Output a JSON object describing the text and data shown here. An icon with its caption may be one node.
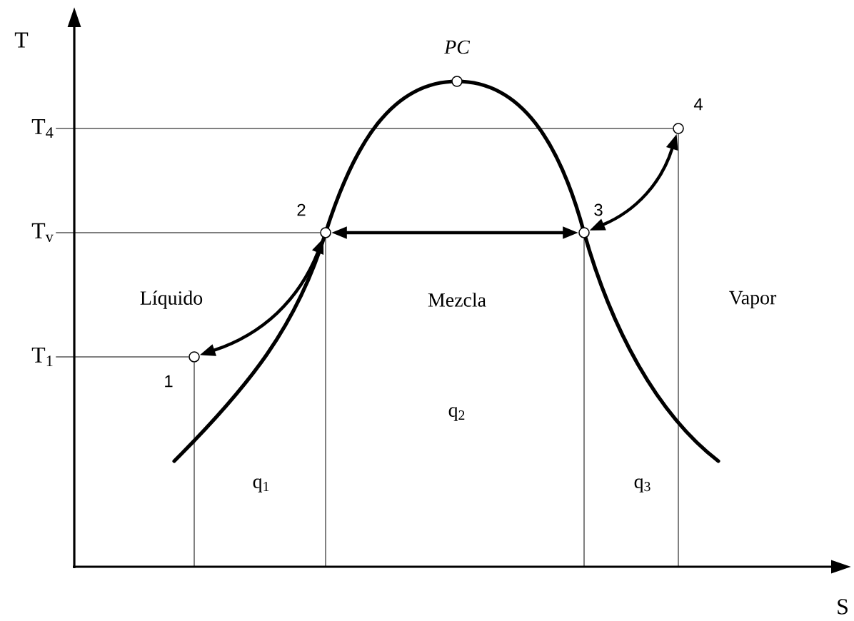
{
  "diagram": {
    "nodes": [
      {
        "text": [],
        "shape": "circle",
        "beside": [
          "PC"
        ]
      },
      {
        "text": [],
        "shape": "circle",
        "beside": [
          "4"
        ]
      },
      {
        "text": [],
        "shape": "circle",
        "beside": [
          "2"
        ]
      },
      {
        "text": [],
        "shape": "circle",
        "beside": [
          "3"
        ]
      },
      {
        "text": [],
        "shape": "circle",
        "beside": [
          "1"
        ]
      },
      {
        "text": [
          "T$_{4}$"
        ]
      },
      {
        "text": [
          "T$_{v}$"
        ]
      },
      {
        "text": [
          "T$_{1}$"
        ]
      }
    ],
    "edges": [
      {
        "from": 2,
        "to": 4,
        "arrow": "both",
        "style": "thick"
      },
      {
        "from": 2,
        "to": 3,
        "arrow": "both",
        "style": "thick"
      },
      {
        "from": 3,
        "to": 1,
        "arrow": "both",
        "style": "thick"
      },
      {
        "from": 5,
        "to": 1,
        "arrow": "none"
      },
      {
        "from": 6,
        "to": 2,
        "arrow": "none"
      },
      {
        "from": 7,
        "to": 4,
        "arrow": "none"
      },
      {
        "from": 1,
        "to": null,
        "arrow": "none"
      },
      {
        "from": 2,
        "to": null,
        "arrow": "none"
      },
      {
        "from": 3,
        "to": null,
        "arrow": "none"
      },
      {
        "from": 4,
        "to": null,
        "arrow": "none"
      }
    ],
    "labels": [
      "T",
      "Líquido",
      "Mezcla",
      "Vapor",
      "q$_{2}$",
      "q$_{1}$",
      "q$_{3}$",
      "S"
    ]
  }
}
